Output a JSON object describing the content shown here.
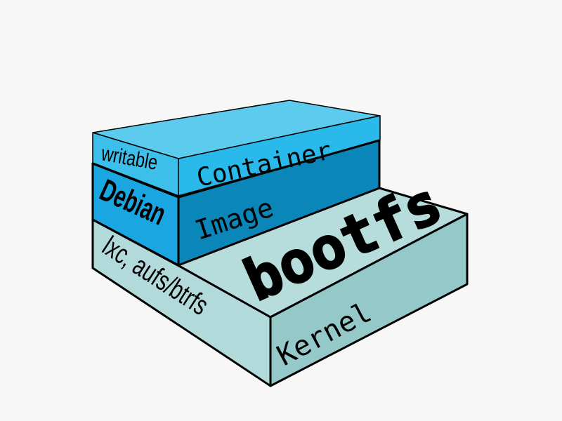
{
  "layers": {
    "kernel": {
      "side_label": "lxc, aufs/btrfs",
      "front_label": "Kernel",
      "top_label": "bootfs",
      "colors": {
        "top": "#b6dcdc",
        "front": "#95c9c9",
        "side": "#b3dada"
      }
    },
    "image": {
      "side_label": "Debian",
      "front_label": "Image",
      "colors": {
        "top": "#0b7fb0",
        "front": "#0a86b8",
        "side": "#1aa6e0"
      }
    },
    "container": {
      "side_label": "writable",
      "front_label": "Container",
      "colors": {
        "top": "#5ccbee",
        "front": "#29b9ea",
        "side": "#3dbfec"
      }
    }
  }
}
